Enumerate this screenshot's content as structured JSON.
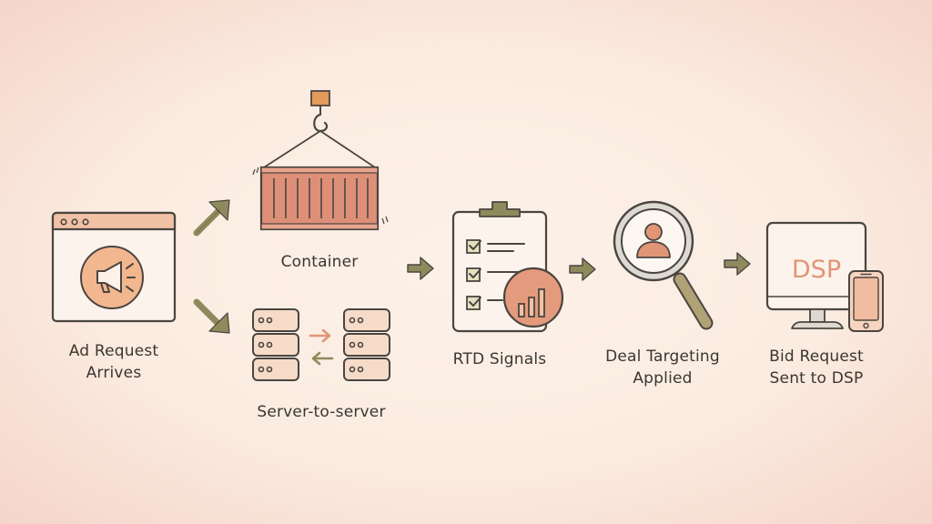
{
  "colors": {
    "background": "#fbece1",
    "outline": "#4a4540",
    "accent_salmon": "#e19577",
    "accent_peach": "#f2c2a6",
    "arrow_olive": "#8e8a5c",
    "hook_orange": "#e49a5a"
  },
  "nodes": {
    "ad_request": {
      "line1": "Ad Request",
      "line2": "Arrives",
      "icon": "browser-megaphone-icon"
    },
    "container": {
      "label": "Container",
      "icon": "shipping-container-crane-icon"
    },
    "server_to_server": {
      "label": "Server-to-server",
      "icon": "servers-exchange-icon"
    },
    "rtd_signals": {
      "label": "RTD Signals",
      "icon": "clipboard-chart-icon"
    },
    "deal_targeting": {
      "line1": "Deal Targeting",
      "line2": "Applied",
      "icon": "magnifier-person-icon"
    },
    "bid_request": {
      "line1": "Bid Request",
      "line2": "Sent to DSP",
      "icon": "monitor-phone-icon",
      "screen_text": "DSP"
    }
  }
}
